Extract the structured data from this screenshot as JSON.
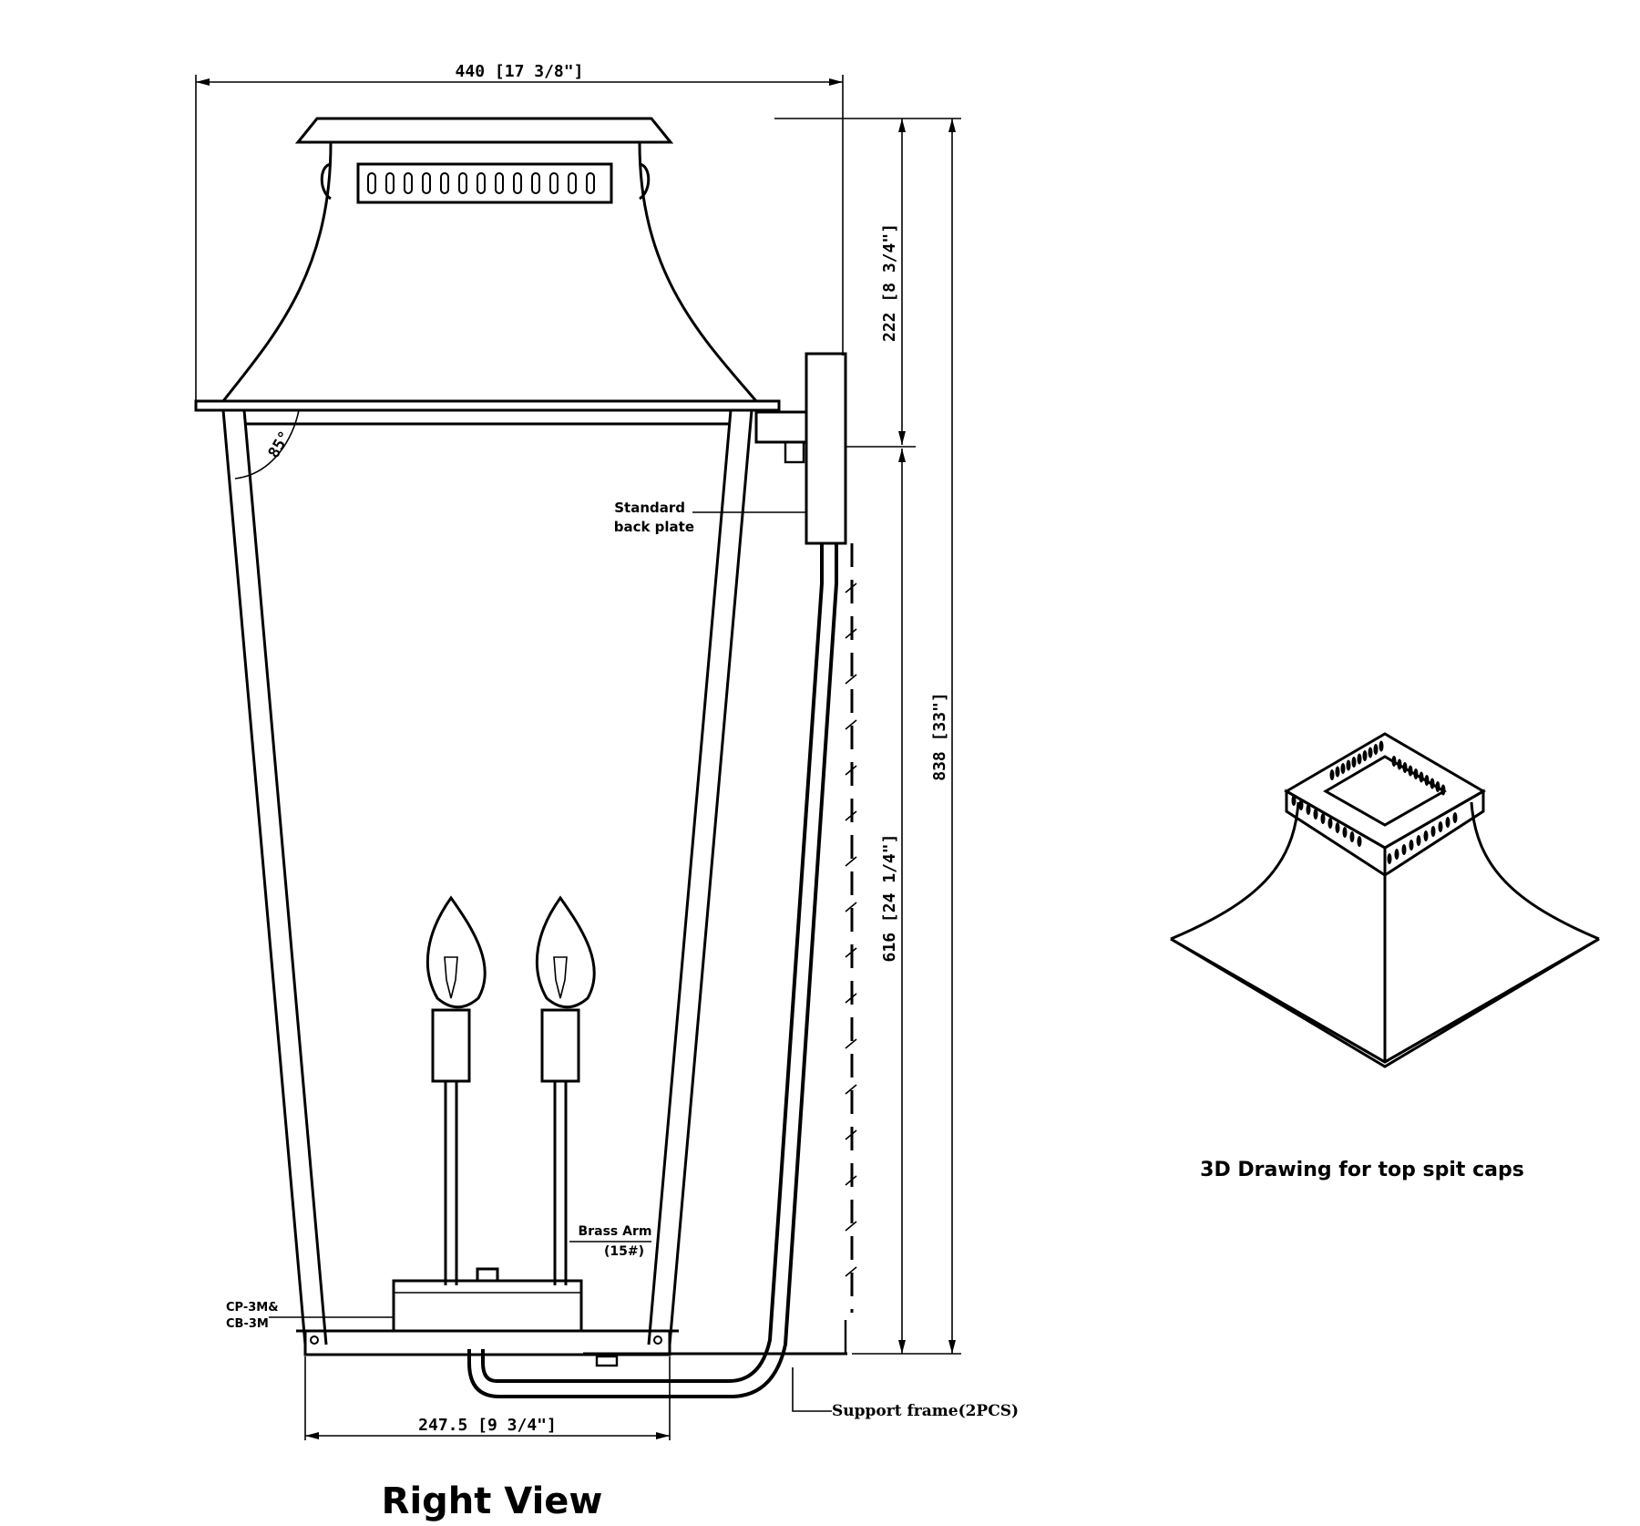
{
  "drawing": {
    "dimensions": {
      "overall_width": "440 [17 3/8\"]",
      "top_height": "222 [8 3/4\"]",
      "lower_height": "616 [24 1/4\"]",
      "overall_height": "838 [33\"]",
      "base_width": "247.5 [9 3/4\"]",
      "angle": "85°"
    },
    "callouts": {
      "back_plate_line1": "Standard",
      "back_plate_line2": "back plate",
      "brass_arm_line1": "Brass Arm",
      "brass_arm_line2": "(15#)",
      "cup_line1": "CP-3M&",
      "cup_line2": "CB-3M",
      "support_frame": "Support frame(2PCS)"
    },
    "titles": {
      "right_view": "Right View",
      "caps_3d": "3D Drawing for top spit caps"
    }
  }
}
